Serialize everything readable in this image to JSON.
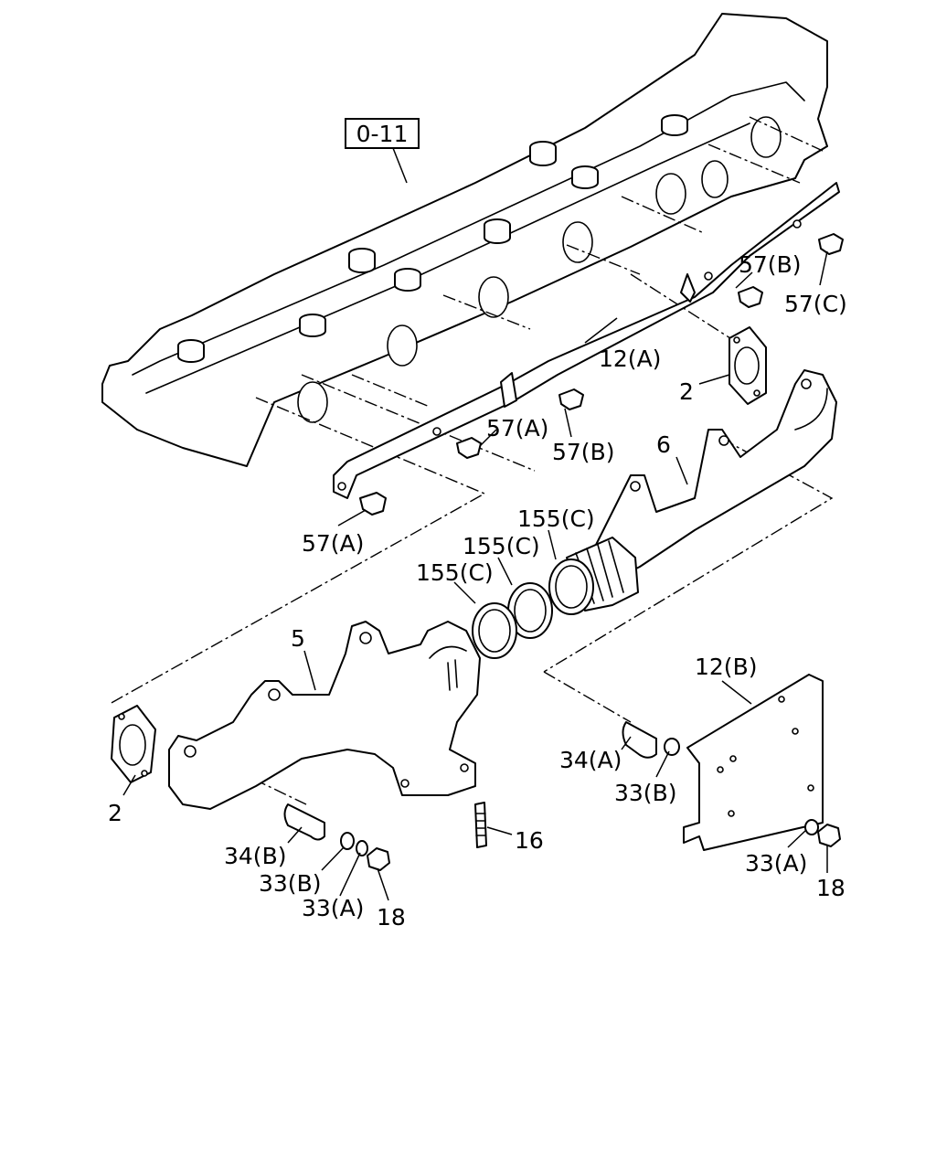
{
  "ref_box": "0-11",
  "labels": {
    "l57b_top": "57(B)",
    "l57c": "57(C)",
    "l12a": "12(A)",
    "l2_top": "2",
    "l57a_mid": "57(A)",
    "l57b_mid": "57(B)",
    "l6": "6",
    "l57a_left": "57(A)",
    "l155c_1": "155(C)",
    "l155c_2": "155(C)",
    "l155c_3": "155(C)",
    "l5": "5",
    "l12b": "12(B)",
    "l34a": "34(A)",
    "l33b_right": "33(B)",
    "l2_left": "2",
    "l16": "16",
    "l34b": "34(B)",
    "l33b_left": "33(B)",
    "l33a_left": "33(A)",
    "l18_left": "18",
    "l33a_right": "33(A)",
    "l18_right": "18"
  }
}
